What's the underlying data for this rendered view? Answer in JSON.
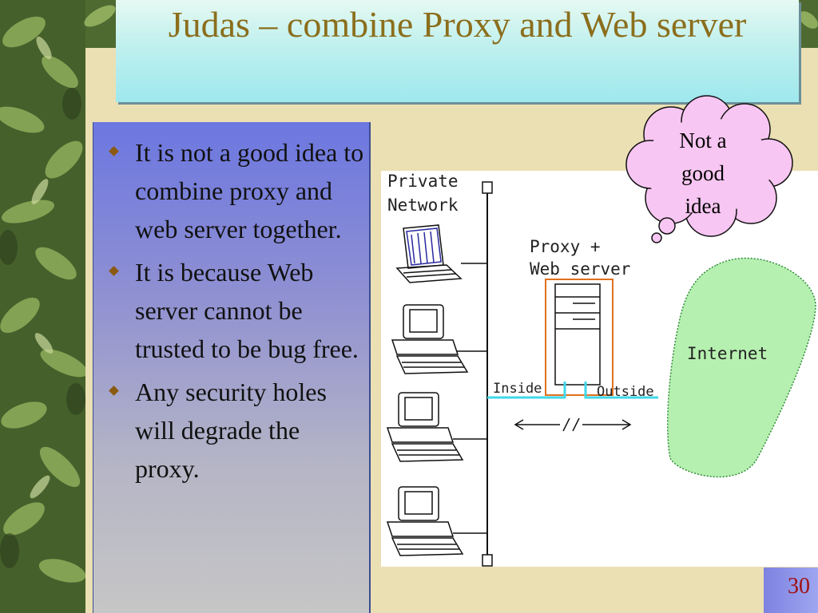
{
  "slide": {
    "title": "Judas – combine Proxy and Web server",
    "page_number": "30"
  },
  "bullets": [
    "It is not a good idea to combine proxy and web server together.",
    "It is because Web server cannot be trusted to be bug free.",
    "Any security holes will degrade the proxy."
  ],
  "callout": {
    "line1": "Not a",
    "line2": "good",
    "line3": "idea"
  },
  "diagram": {
    "private_label_1": "Private",
    "private_label_2": "Network",
    "proxy_label_1": "Proxy +",
    "proxy_label_2": "Web server",
    "inside_label": "Inside",
    "outside_label": "Outside",
    "internet_label": "Internet"
  },
  "colors": {
    "title": "#8b6e1c",
    "link": "#40d8e8",
    "internet_fill": "#b6f0b0",
    "cloud_fill": "#f8c6f2",
    "proxy_frame": "#e07020"
  }
}
